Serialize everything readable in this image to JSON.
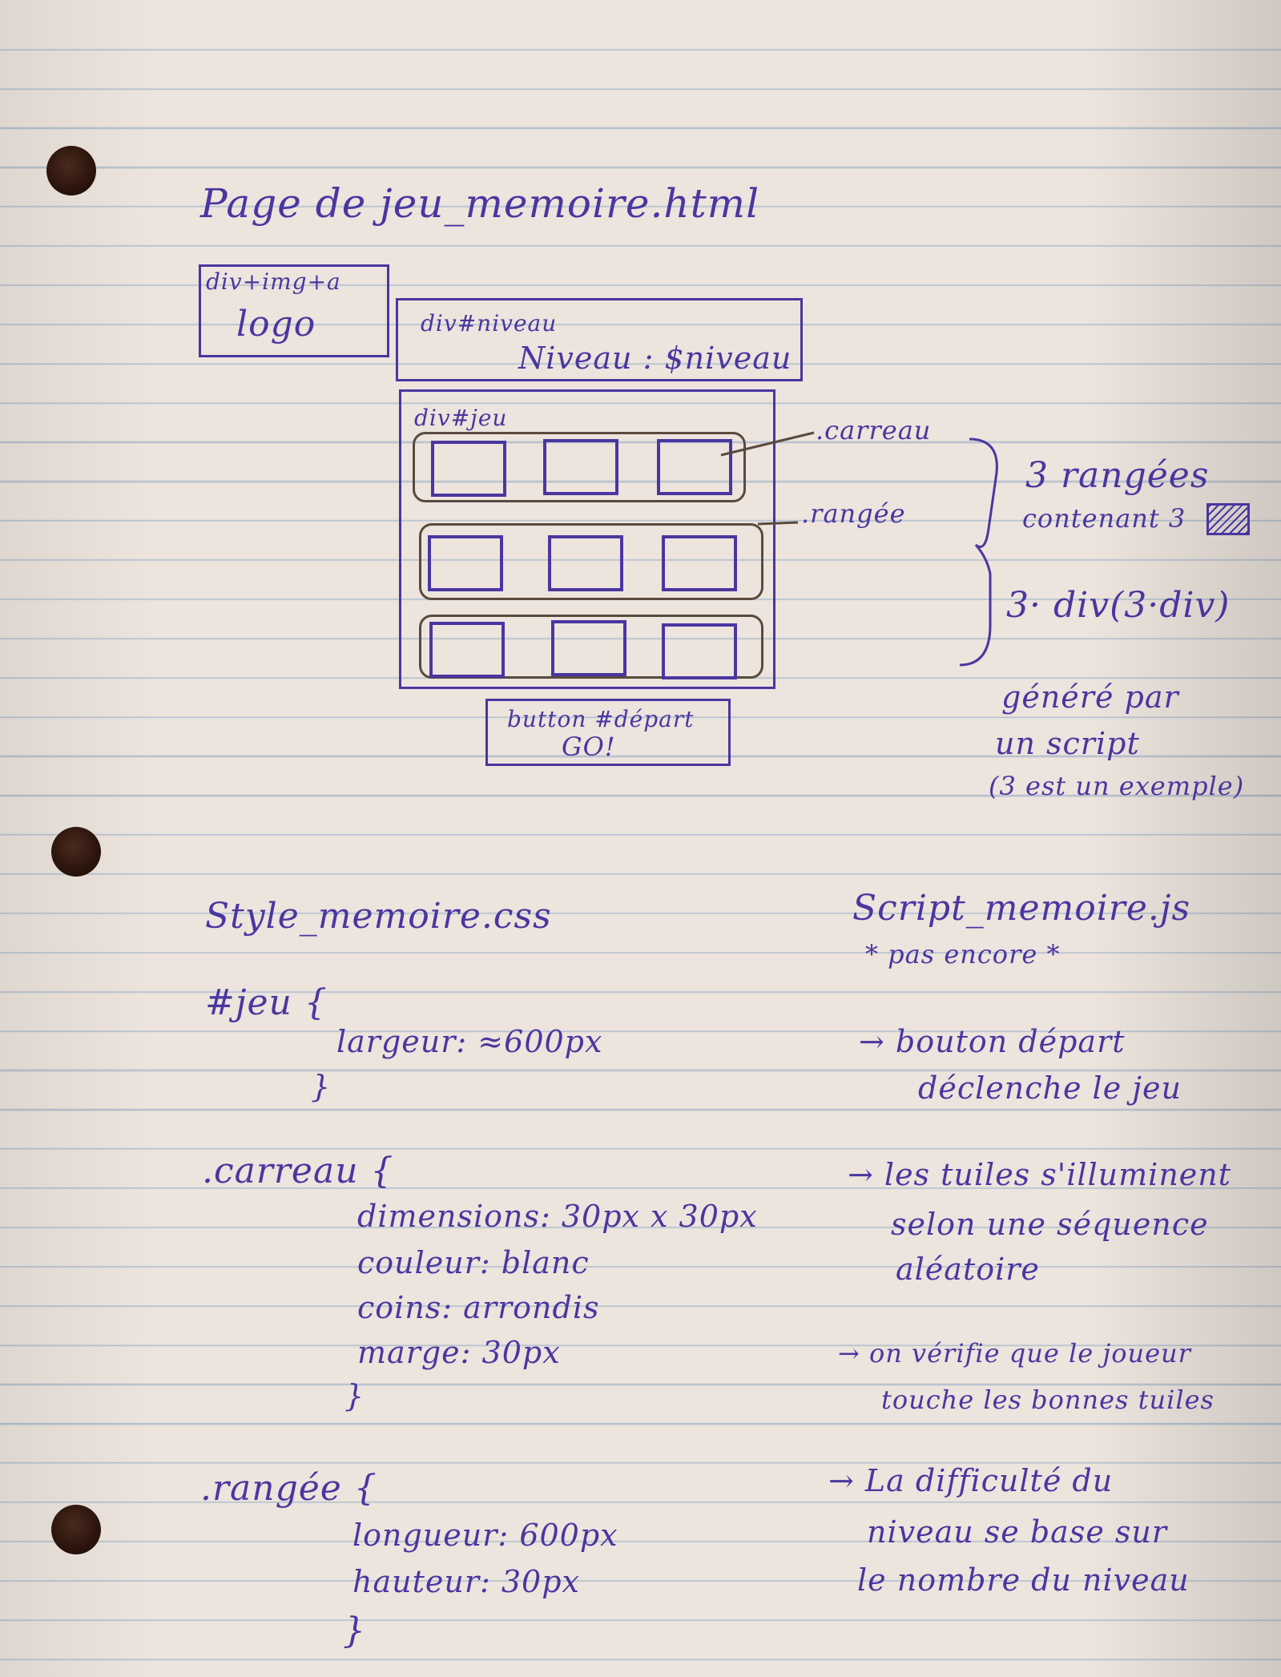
{
  "title": "Page de jeu_memoire.html",
  "logo_box": {
    "line1": "div+img+a",
    "line2": "logo"
  },
  "niveau_box": {
    "line1": "div#niveau",
    "line2": "Niveau : $niveau"
  },
  "jeu_box": {
    "label": "div#jeu",
    "carreau_label": ".carreau",
    "rangee_label": ".rangée"
  },
  "button_box": {
    "line1": "button #départ",
    "line2": "GO!"
  },
  "side_note": {
    "line1": "3 rangées",
    "line2": "contenant 3",
    "line3": "3· div(3·div)",
    "line4": "généré par",
    "line5": "un script",
    "line6": "(3 est un exemple)"
  },
  "css_section": {
    "title": "Style_memoire.css",
    "jeu_selector": "#jeu {",
    "jeu_rule": "largeur: ≈600px",
    "jeu_close": "}",
    "carreau_selector": ".carreau {",
    "carreau_rules": [
      "dimensions: 30px x 30px",
      "couleur: blanc",
      "coins: arrondis",
      "marge: 30px"
    ],
    "carreau_close": "}",
    "rangee_selector": ".rangée {",
    "rangee_rules": [
      "longueur: 600px",
      "hauteur: 30px"
    ],
    "rangee_close": "}"
  },
  "js_section": {
    "title": "Script_memoire.js",
    "subtitle": "* pas encore *",
    "notes": [
      [
        "→ bouton départ",
        "déclenche le jeu"
      ],
      [
        "→ les tuiles s'illuminent",
        "selon une séquence",
        "aléatoire"
      ],
      [
        "→ on vérifie que le joueur",
        "touche les bonnes tuiles"
      ],
      [
        "→ La difficulté du",
        "niveau se base sur",
        "le nombre du niveau"
      ]
    ]
  }
}
